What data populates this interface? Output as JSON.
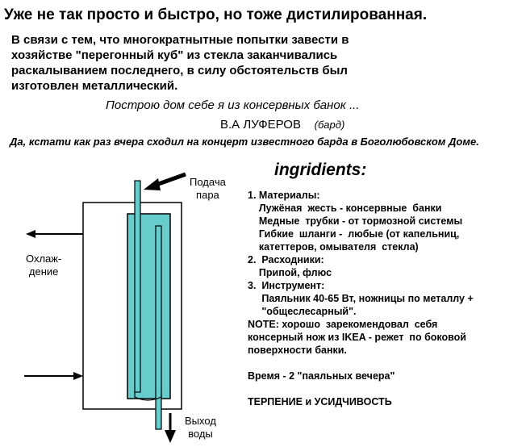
{
  "title": "Уже не так  просто и быстро, но тоже  дистилированная.",
  "intro": {
    "lines": [
      "В связи  с тем, что  многократнытные попытки  завести в",
      "хозяйстве \"перегонный  куб\" из  стекла заканчивались",
      "раскалыванием  последнего, в силу обстоятельств был",
      "изготовлен металлический."
    ]
  },
  "quote": "Построю дом  себе я из консервных банок ...",
  "author": {
    "name": "В.А ЛУФЕРОВ",
    "role": "(бард)"
  },
  "concert_note": "Да, кстати как раз вчера  сходил  на концерт известного  барда в  Боголюбовском Доме.",
  "diagram": {
    "steam_in": [
      "Подача",
      "пара"
    ],
    "cooling": [
      "Охлаж-",
      "дение"
    ],
    "water_out": [
      "Выход",
      "воды"
    ],
    "colors": {
      "inner_vessel": "#66cccc",
      "outline": "#000000"
    }
  },
  "ingredients": {
    "heading": "ingridients:",
    "lines": [
      "1. Материалы:",
      "    Лужёная  жесть - консервные  банки",
      "    Медные  трубки - от тормозной системы",
      "    Гибкие  шланги -  любые (от капельниц,",
      "    катеттеров, омывателя  стекла)",
      "2.  Расходники:",
      "    Припой, флюс",
      "3.  Инструмент:",
      "     Паяльник 40-65 Вт, ножницы по металлу +",
      "     \"общеслесарный\".",
      "NOTE: хорошо  зарекомендовал  себя",
      "консерный нож из IKEA - режет  по боковой",
      "поверхности банки.",
      "",
      "Время - 2 \"паяльных вечера\"",
      "",
      "ТЕРПЕНИЕ и УСИДЧИВОСТЬ"
    ]
  }
}
